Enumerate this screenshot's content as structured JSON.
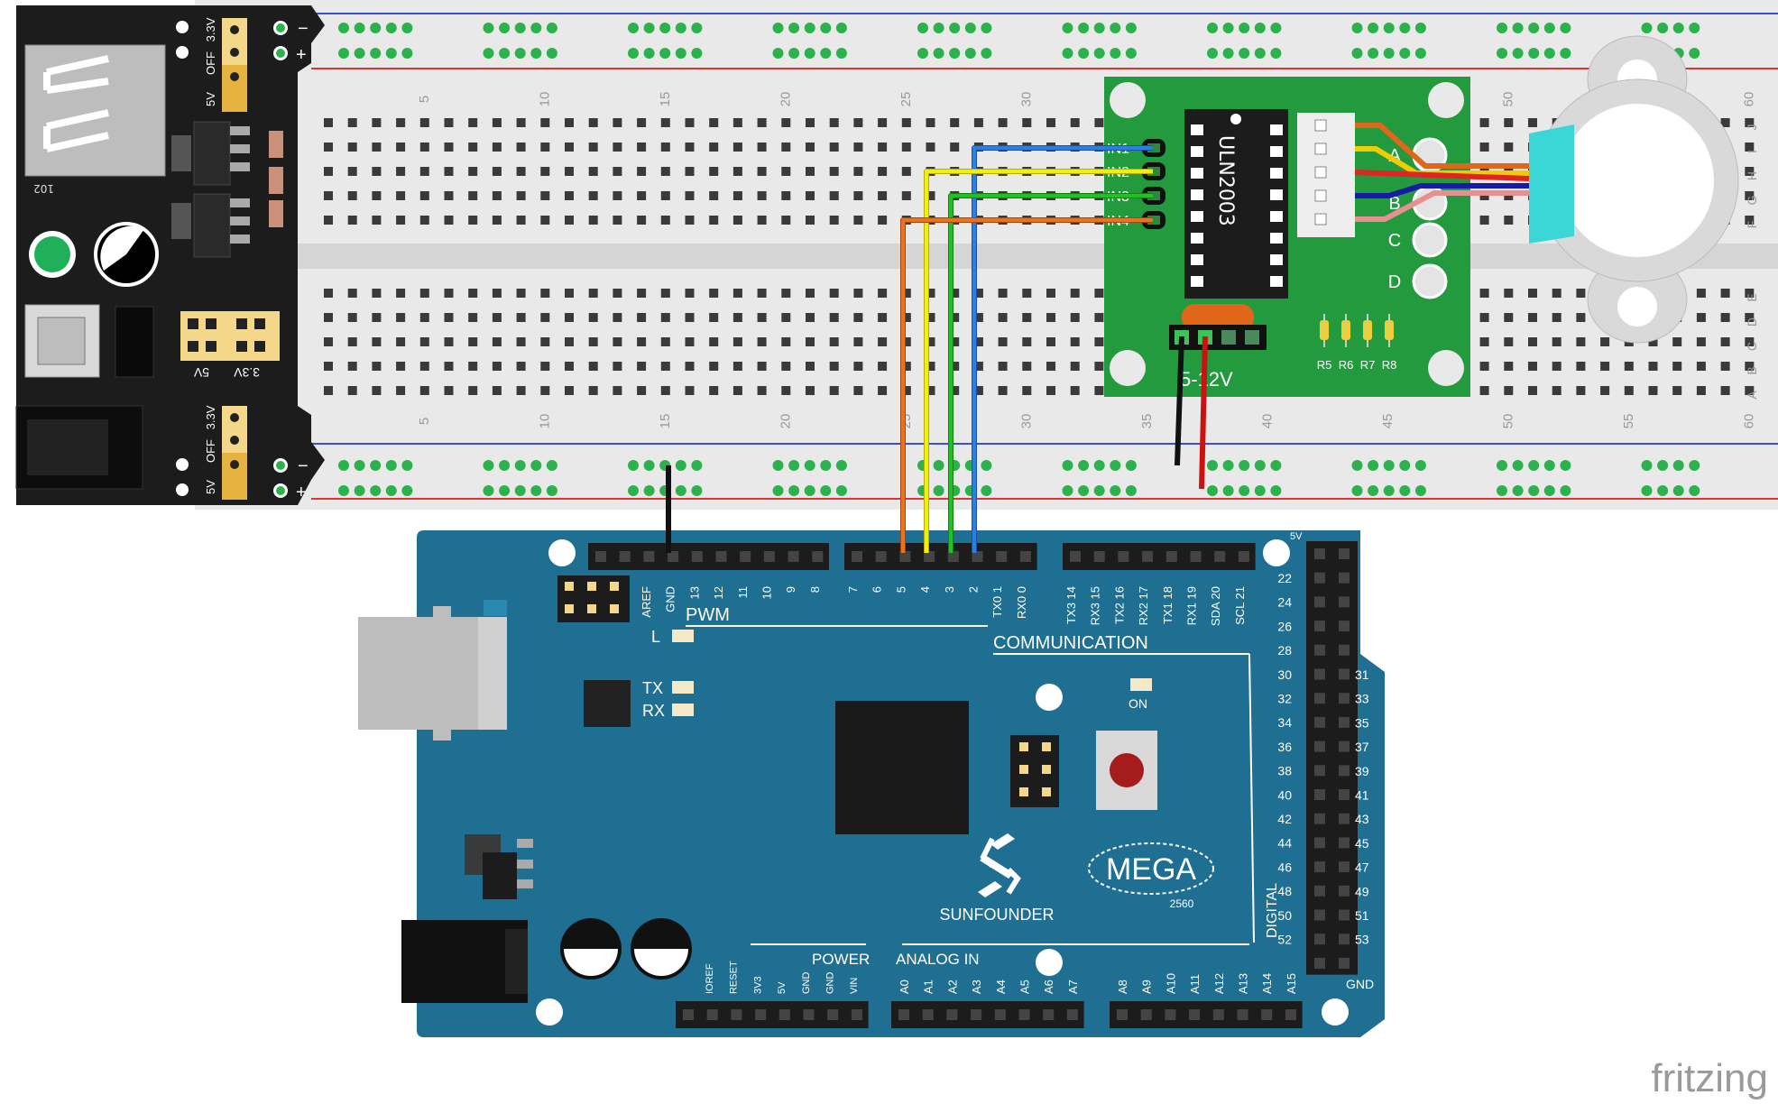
{
  "breadboard": {
    "column_numbers": [
      "5",
      "10",
      "15",
      "20",
      "25",
      "30",
      "35",
      "40",
      "45",
      "50",
      "55",
      "60"
    ],
    "row_letters_top": [
      "J",
      "I",
      "H",
      "G",
      "F"
    ],
    "row_letters_bottom": [
      "E",
      "D",
      "C",
      "B",
      "A"
    ]
  },
  "power_module": {
    "jumper_top": [
      "3.3V",
      "OFF",
      "5V"
    ],
    "jumper_bottom": [
      "3.3V",
      "OFF",
      "5V"
    ],
    "rail_minus": "−",
    "rail_plus": "+",
    "header_left": "5V",
    "header_right": "3.3V",
    "resistor_code": "102"
  },
  "driver_board": {
    "chip_label": "ULN2003",
    "inputs": [
      "IN1",
      "IN2",
      "IN3",
      "IN4"
    ],
    "leds": [
      "A",
      "B",
      "C",
      "D"
    ],
    "resistors": [
      "R5",
      "R6",
      "R7",
      "R8"
    ],
    "power_label": "5-12V"
  },
  "arduino": {
    "top_header_left": [
      "AREF",
      "GND",
      "13",
      "12",
      "11",
      "10",
      "9",
      "8"
    ],
    "top_header_mid": [
      "7",
      "6",
      "5",
      "4",
      "3",
      "2",
      "TX0 1",
      "RX0 0"
    ],
    "top_header_right": [
      "TX3 14",
      "RX3 15",
      "TX2 16",
      "RX2 17",
      "TX1 18",
      "RX1 19",
      "SDA 20",
      "SCL 21"
    ],
    "pwm_label": "PWM",
    "comm_label": "COMMUNICATION",
    "led_l": "L",
    "led_tx": "TX",
    "led_rx": "RX",
    "led_on": "ON",
    "brand": "SUNFOUNDER",
    "model": "MEGA",
    "model_sub": "2560",
    "digital_label": "DIGITAL",
    "digital_left": [
      "22",
      "24",
      "26",
      "28",
      "30",
      "32",
      "34",
      "36",
      "38",
      "40",
      "42",
      "44",
      "46",
      "48",
      "50",
      "52"
    ],
    "digital_right": [
      "31",
      "33",
      "35",
      "37",
      "39",
      "41",
      "43",
      "45",
      "47",
      "49",
      "51",
      "53"
    ],
    "header_5v": "5V",
    "header_gnd": "GND",
    "power_label": "POWER",
    "power_pins": [
      "IOREF",
      "RESET",
      "3V3",
      "5V",
      "GND",
      "GND",
      "VIN"
    ],
    "analog_label": "ANALOG IN",
    "analog_pins_a": [
      "A0",
      "A1",
      "A2",
      "A3",
      "A4",
      "A5",
      "A6",
      "A7"
    ],
    "analog_pins_b": [
      "A8",
      "A9",
      "A10",
      "A11",
      "A12",
      "A13",
      "A14",
      "A15"
    ]
  },
  "watermark": "fritzing",
  "colors": {
    "breadboard": "#e6e6e6",
    "hole_green": "#2bb24c",
    "power_module": "#1a1a1a",
    "driver_pcb": "#239a3e",
    "arduino": "#1f6f93",
    "wire_blue": "#2a6fd6",
    "wire_yellow": "#f2e600",
    "wire_green": "#1aa31a",
    "wire_orange": "#e0661a",
    "wire_black": "#111111",
    "wire_red": "#cc1111",
    "motor_cap": "#3bd6d6"
  }
}
